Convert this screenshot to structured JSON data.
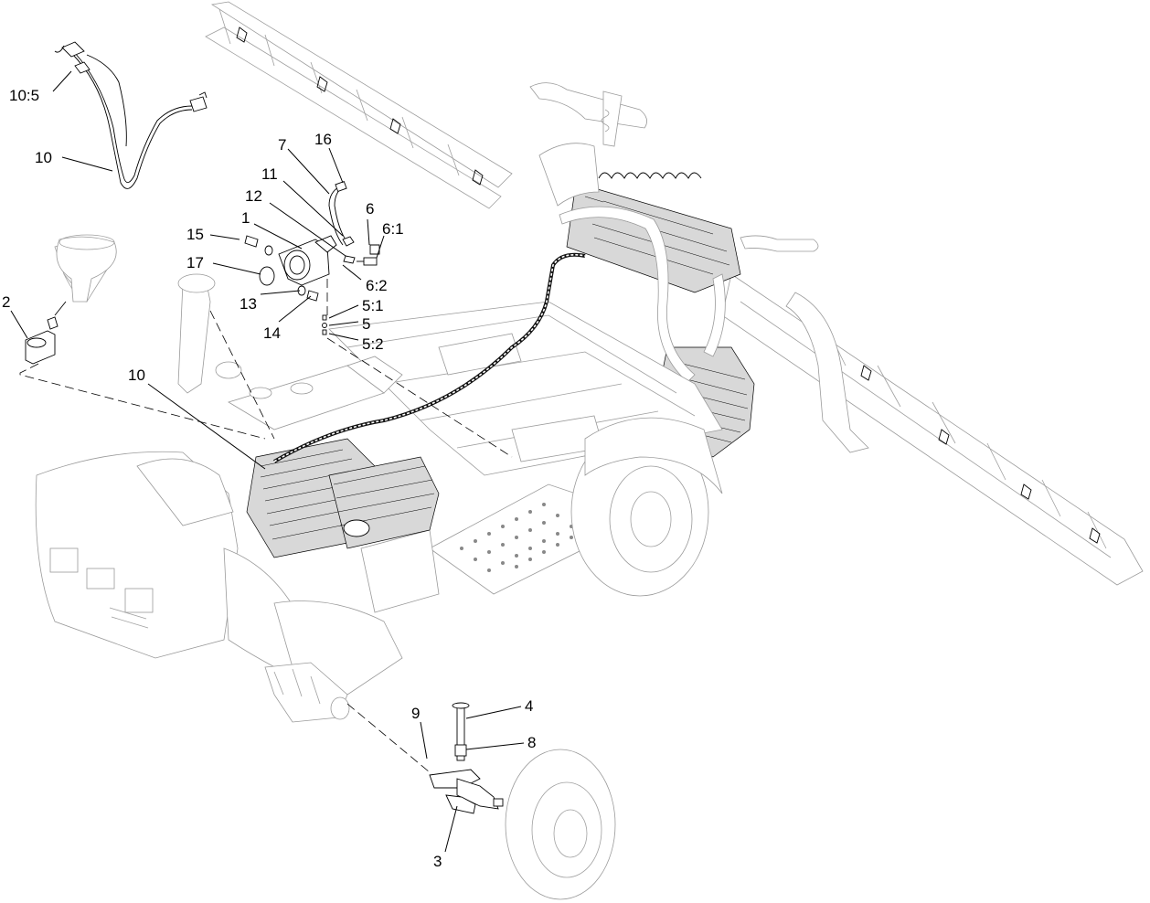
{
  "callouts": {
    "c1": "1",
    "c2": "2",
    "c3": "3",
    "c4": "4",
    "c5": "5",
    "c5_1": "5:1",
    "c5_2": "5:2",
    "c6": "6",
    "c6_1": "6:1",
    "c6_2": "6:2",
    "c7": "7",
    "c8": "8",
    "c9": "9",
    "c10_top": "10",
    "c10_mid": "10",
    "c10_5": "10:5",
    "c11": "11",
    "c12": "12",
    "c13": "13",
    "c14": "14",
    "c15": "15",
    "c16": "16",
    "c17": "17"
  }
}
